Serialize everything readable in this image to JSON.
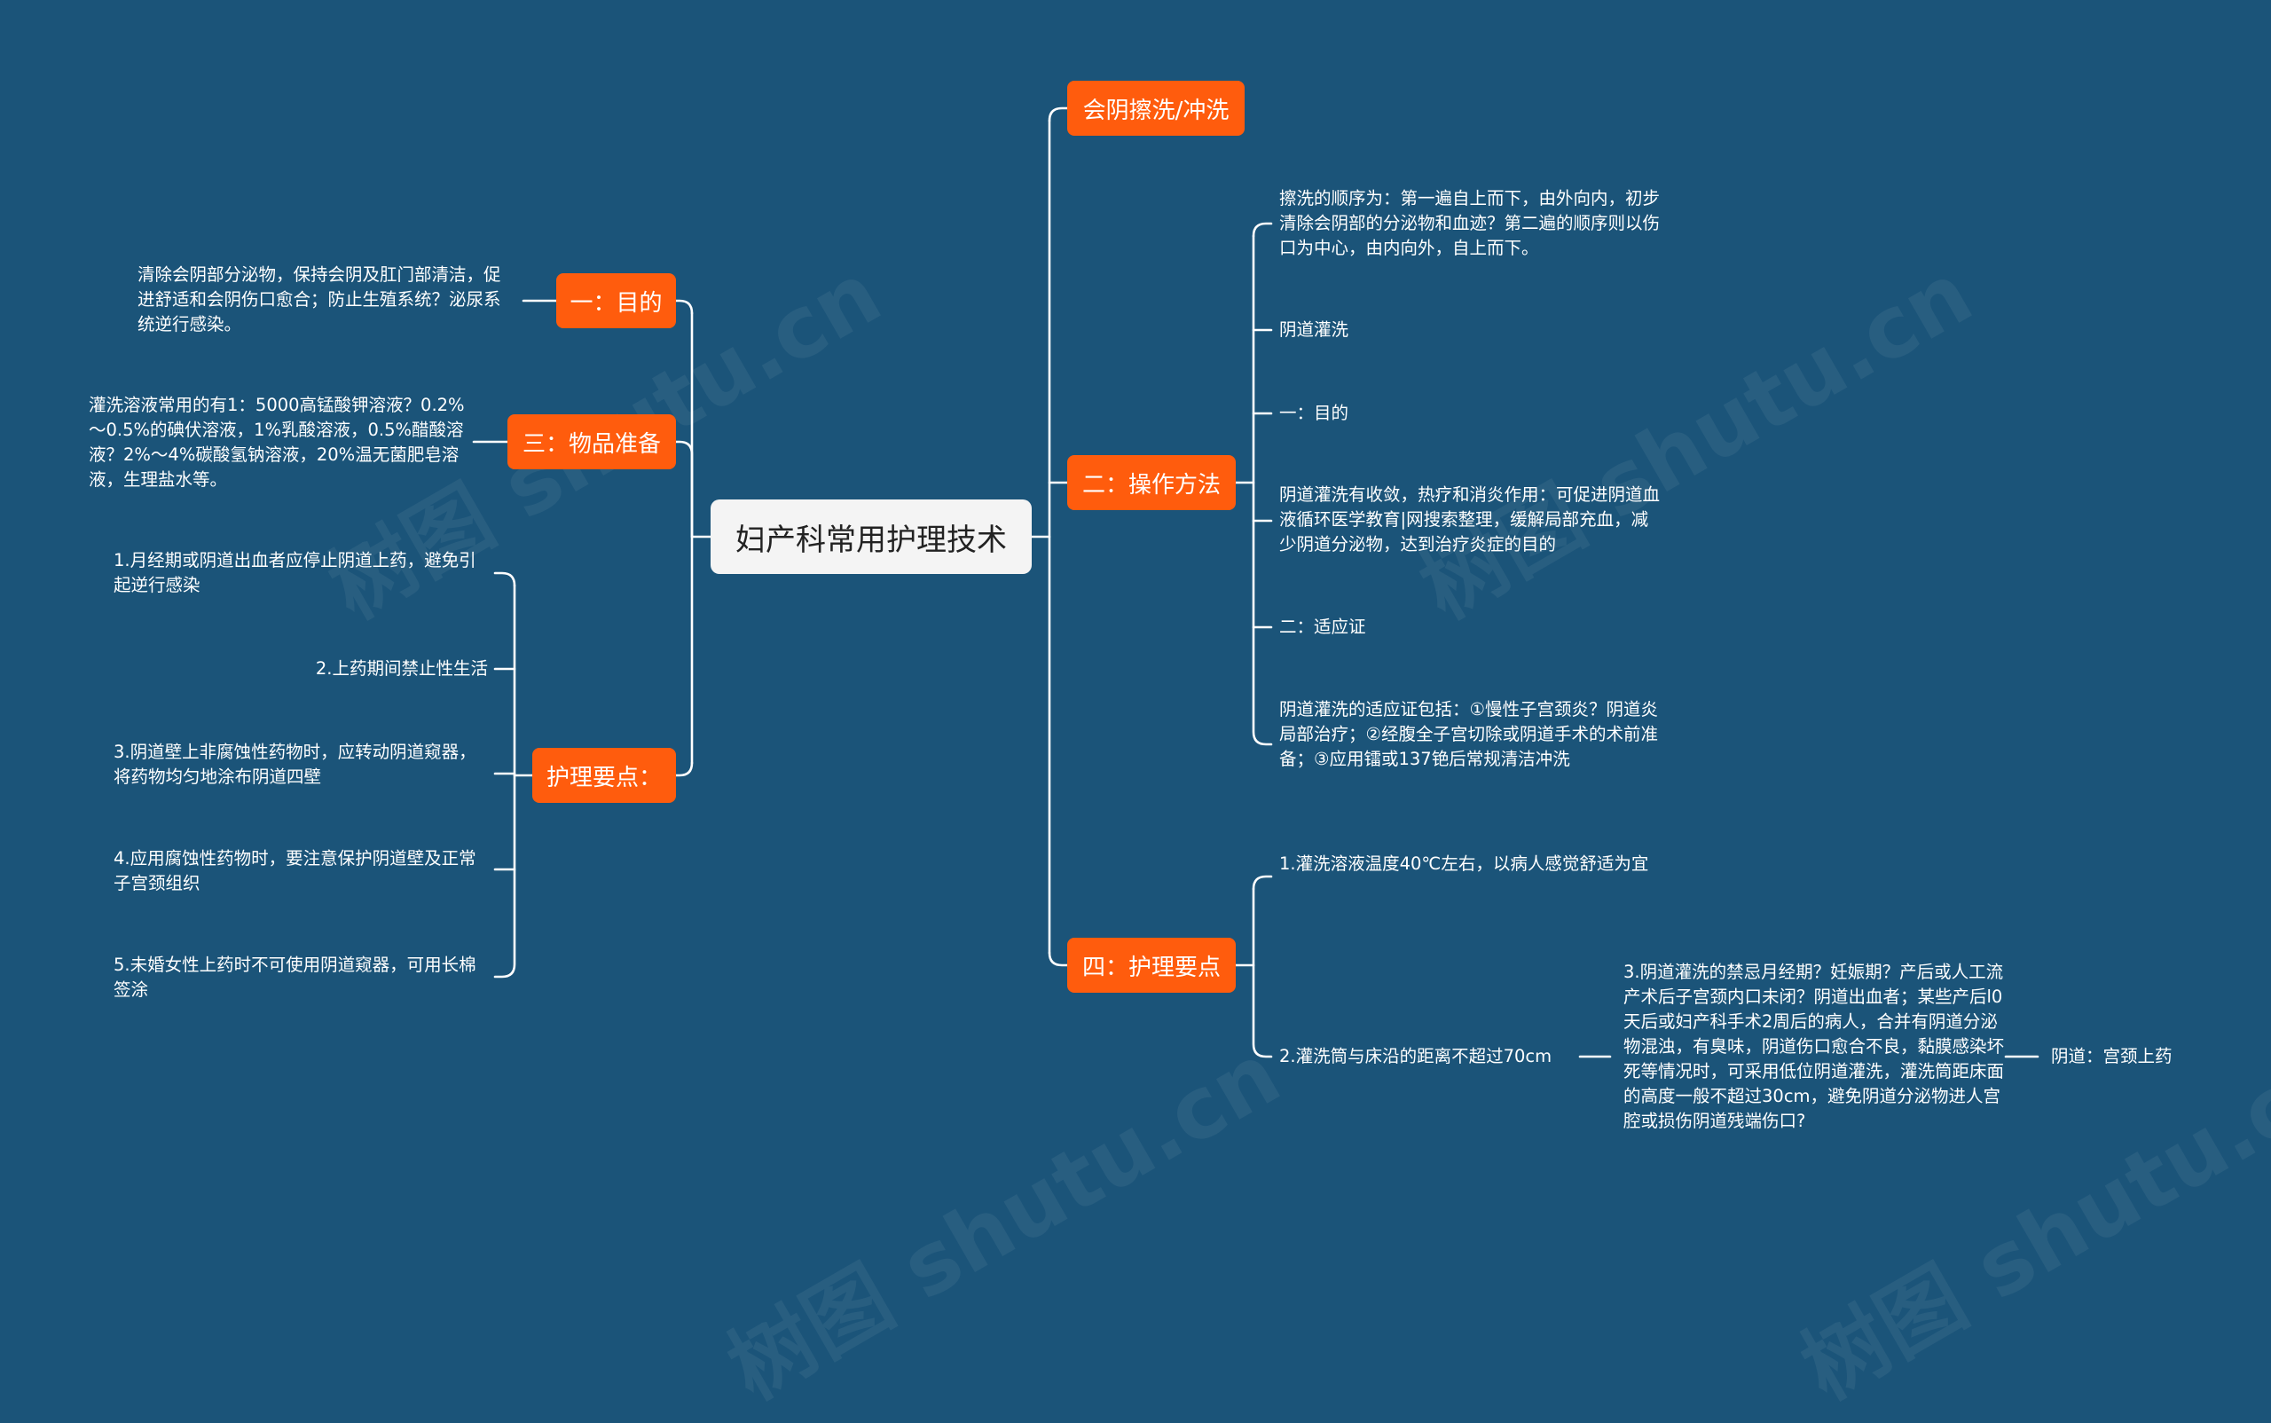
{
  "central_topic": "妇产科常用护理技术",
  "watermark": "树图 shutu.cn",
  "left": {
    "purpose": {
      "label": "一：目的",
      "text": "清除会阴部分泌物，保持会阴及肛门部清洁，促进舒适和会阴伤口愈合；防止生殖系统？泌尿系统逆行感染。"
    },
    "supplies": {
      "label": "三：物品准备",
      "text": "灌洗溶液常用的有1：5000高锰酸钾溶液？0.2%～0.5%的碘伏溶液，1%乳酸溶液，0.5%醋酸溶液？2%～4%碳酸氢钠溶液，20%温无菌肥皂溶液，生理盐水等。"
    },
    "nursing": {
      "label": "护理要点：",
      "items": [
        "1.月经期或阴道出血者应停止阴道上药，避免引起逆行感染",
        "2.上药期间禁止性生活",
        "3.阴道壁上非腐蚀性药物时，应转动阴道窥器，将药物均匀地涂布阴道四壁",
        "4.应用腐蚀性药物时，要注意保护阴道壁及正常子宫颈组织",
        "5.未婚女性上药时不可使用阴道窥器，可用长棉签涂"
      ]
    }
  },
  "right": {
    "perineal": {
      "label": "会阴擦洗/冲洗"
    },
    "operation": {
      "label": "二：操作方法",
      "items": [
        "擦洗的顺序为：第一遍自上而下，由外向内，初步清除会阴部的分泌物和血迹？第二遍的顺序则以伤口为中心，由内向外，自上而下。",
        "阴道灌洗",
        "一：目的",
        "阴道灌洗有收敛，热疗和消炎作用：可促进阴道血液循环医学教育|网搜索整理，缓解局部充血，减少阴道分泌物，达到治疗炎症的目的",
        "二：适应证",
        "阴道灌洗的适应证包括：①慢性子宫颈炎？阴道炎局部治疗；②经腹全子宫切除或阴道手术的术前准备；③应用镭或137铯后常规清洁冲洗"
      ]
    },
    "points": {
      "label": "四：护理要点",
      "item1": "1.灌洗溶液温度40℃左右，以病人感觉舒适为宜",
      "item2": "2.灌洗筒与床沿的距离不超过70cm",
      "contra": "3.阴道灌洗的禁忌月经期？妊娠期？产后或人工流产术后子宫颈内口未闭？阴道出血者；某些产后l0天后或妇产科手术2周后的病人，合并有阴道分泌物混浊，有臭味，阴道伤口愈合不良，黏膜感染坏死等情况时，可采用低位阴道灌洗，灌洗筒距床面的高度一般不超过30cm，避免阴道分泌物进人宫腔或损伤阴道残端伤口?",
      "final": "阴道：宫颈上药"
    }
  },
  "colors": {
    "background": "#1b5479",
    "topic_fill": "#ff5c0d",
    "root_fill": "#f4f4f4",
    "line": "#ffffff"
  }
}
